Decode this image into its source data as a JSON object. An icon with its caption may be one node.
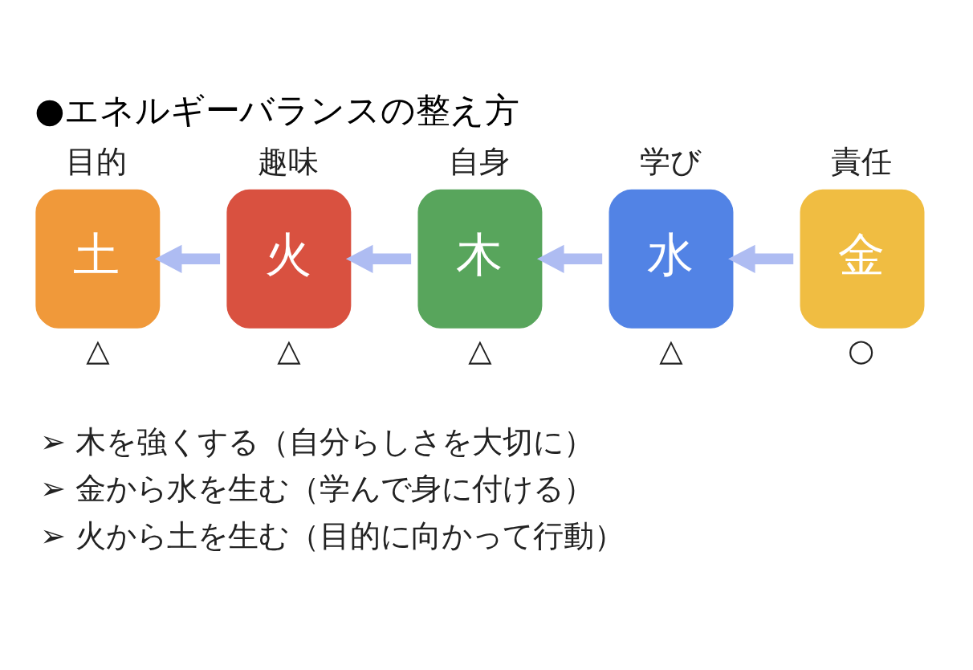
{
  "diagram": {
    "title": "●エネルギーバランスの整え方",
    "nodes": [
      {
        "text": [
          "目的",
          "土"
        ],
        "beside": [
          "△"
        ]
      },
      {
        "text": [
          "趣味",
          "火"
        ],
        "beside": [
          "△"
        ]
      },
      {
        "text": [
          "自身",
          "木"
        ],
        "beside": [
          "△"
        ]
      },
      {
        "text": [
          "学び",
          "水"
        ],
        "beside": [
          "△"
        ]
      },
      {
        "text": [
          "責任",
          "金"
        ],
        "beside": [
          "○"
        ]
      }
    ],
    "edges": [
      {
        "from": 1,
        "to": 0,
        "arrow": "to"
      },
      {
        "from": 2,
        "to": 1,
        "arrow": "to"
      },
      {
        "from": 3,
        "to": 2,
        "arrow": "to"
      },
      {
        "from": 4,
        "to": 3,
        "arrow": "to"
      }
    ],
    "labels": [
      "➢ 木を強くする（自分らしさを大切に）",
      "➢ 金から水を生む（学んで身に付ける）",
      "➢ 火から土を生む（目的に向かって行動）"
    ]
  }
}
